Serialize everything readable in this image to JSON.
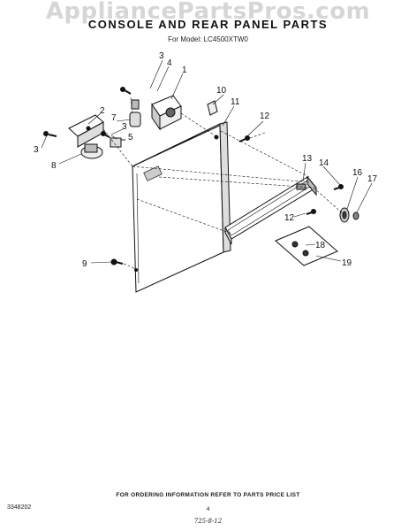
{
  "watermark": "AppliancePartsPros.com",
  "title": "CONSOLE AND REAR PANEL PARTS",
  "model": "For Model:  LC4500XTW0",
  "footer": "FOR ORDERING INFORMATION REFER TO PARTS PRICE LIST",
  "doc_number": "3348202",
  "page_number": "4",
  "hand_note": "725-8-12",
  "callouts": {
    "c1": "1",
    "c2": "2",
    "c3a": "3",
    "c3b": "3",
    "c3c": "3",
    "c4": "4",
    "c5": "5",
    "c7": "7",
    "c8": "8",
    "c9": "9",
    "c10": "10",
    "c11": "11",
    "c12a": "12",
    "c12b": "12",
    "c13": "13",
    "c14": "14",
    "c16": "16",
    "c17": "17",
    "c18": "18",
    "c19": "19"
  }
}
